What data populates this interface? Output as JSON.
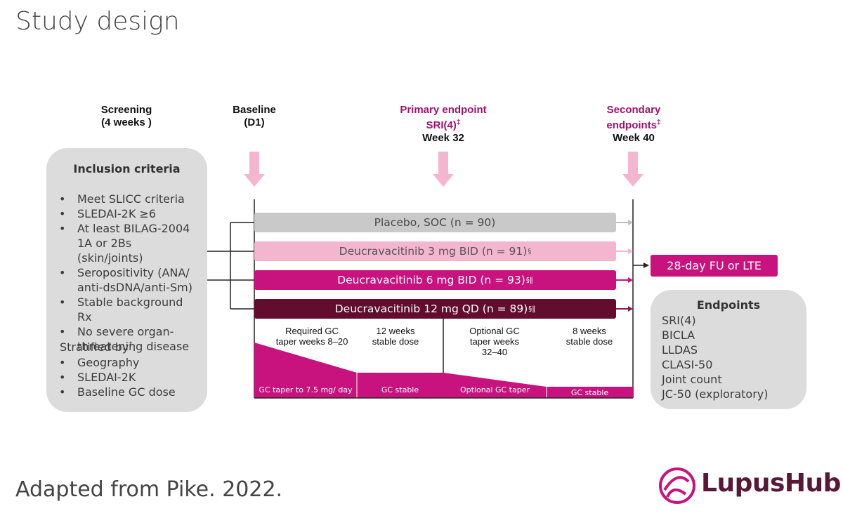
{
  "title": "Study design",
  "footer": "Adapted from Pike. 2022.",
  "timeline": {
    "screening": [
      "Screening",
      "(4 weeks )"
    ],
    "baseline": [
      "Baseline",
      "(D1)"
    ],
    "primary": {
      "l1": "Primary endpoint",
      "l2": "SRI(4)",
      "l2_sup": "‡",
      "l3": "Week 32"
    },
    "secondary": {
      "l1": "Secondary",
      "l2": "endpoints",
      "l2_sup": "‡",
      "l3": "Week 40"
    }
  },
  "inclusion": {
    "title": "Inclusion criteria",
    "items": [
      "Meet SLICC criteria",
      "SLEDAI-2K ≥6",
      "At least BILAG-2004 1A or 2Bs (skin/joints)",
      "Seropositivity (ANA/ anti-dsDNA/anti-Sm)",
      "Stable background Rx",
      "No severe organ-threatening disease"
    ],
    "stratified_label": "Stratified by",
    "stratified_sup": "†",
    "stratified_colon": ":",
    "stratified_items": [
      "Geography",
      "SLEDAI-2K",
      "Baseline GC dose"
    ]
  },
  "arms": [
    {
      "label": "Placebo, SOC (n = 90)",
      "sup": "",
      "bg": "#c9c9c9",
      "fg": "#4a4a4a",
      "arrow": "#c0c0c0"
    },
    {
      "label": "Deucravacitinib 3 mg BID (n = 91)",
      "sup": "§",
      "bg": "#f4b6cf",
      "fg": "#555555",
      "arrow": "#f4b6cf"
    },
    {
      "label": "Deucravacitinib 6 mg BID (n = 93)",
      "sup": "§‖",
      "bg": "#c8127e",
      "fg": "#ffffff",
      "arrow": "#c8127e"
    },
    {
      "label": "Deucravacitinib 12 mg QD (n = 89)",
      "sup": "§‖",
      "bg": "#620d2e",
      "fg": "#ffffff",
      "arrow": "#8a1c44"
    }
  ],
  "followup": "28-day FU or LTE",
  "endpoints": {
    "title": "Endpoints",
    "items": [
      "SRI(4)",
      "BICLA",
      "LLDAS",
      "CLASI-50",
      "Joint count",
      "JC-50 (exploratory)"
    ]
  },
  "phases": {
    "p1": [
      "Required GC",
      "taper weeks 8–20"
    ],
    "p2": [
      "12 weeks",
      "stable dose"
    ],
    "p3": [
      "Optional GC",
      "taper weeks",
      "32–40"
    ],
    "p4": [
      "8 weeks",
      "stable dose"
    ]
  },
  "gc_labels": {
    "taper": "GC taper to 7.5 mg/ day",
    "stable1": "GC stable",
    "optional": "Optional GC taper",
    "stable2": "GC stable"
  },
  "logo": {
    "text": "LupusHub"
  },
  "colors": {
    "magenta": "#c8127e",
    "light_pink": "#f4b6cf",
    "dark_maroon": "#620d2e",
    "grey_box": "#dcdcdc"
  }
}
